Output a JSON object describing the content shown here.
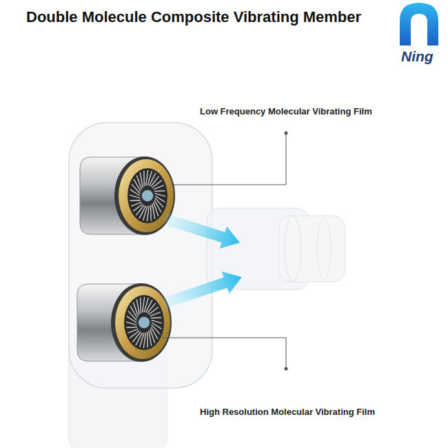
{
  "diagram": {
    "title": "Double Molecule Composite Vibrating Member",
    "labels": [
      "Ning",
      "Low Frequency Molecular Vibrating Film",
      "High Resolution Molecular Vibrating Film"
    ]
  }
}
